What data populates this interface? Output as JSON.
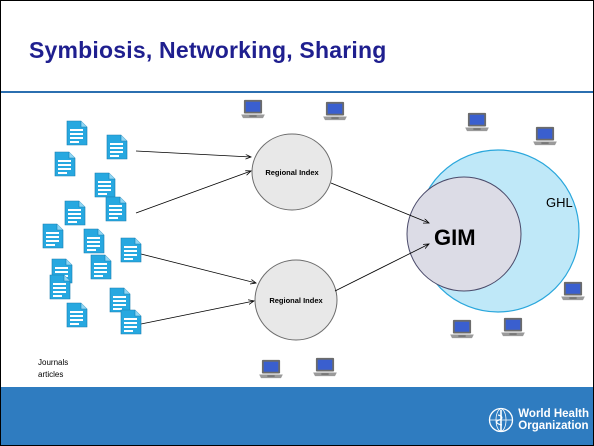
{
  "slide": {
    "title": "Symbiosis, Networking, Sharing"
  },
  "diagram": {
    "regional_index_top": "Regional Index",
    "regional_index_bottom": "Regional Index",
    "gim_label": "GIM",
    "ghl_label": "GHL",
    "journals_line1": "Journals",
    "journals_line2": "articles"
  },
  "footer": {
    "org_line1": "World Health",
    "org_line2": "Organization"
  },
  "colors": {
    "title": "#1f1f8f",
    "rule": "#2b6fb0",
    "footer": "#2f7cc0",
    "ghl_fill": "#bfe8f8",
    "gim_fill": "#dcdce6",
    "node_fill": "#e8e8e8",
    "doc_icon": "#27a8e0"
  },
  "icons": {
    "documents": "document-icon",
    "computers": "laptop-icon",
    "logo": "who-emblem-icon"
  }
}
